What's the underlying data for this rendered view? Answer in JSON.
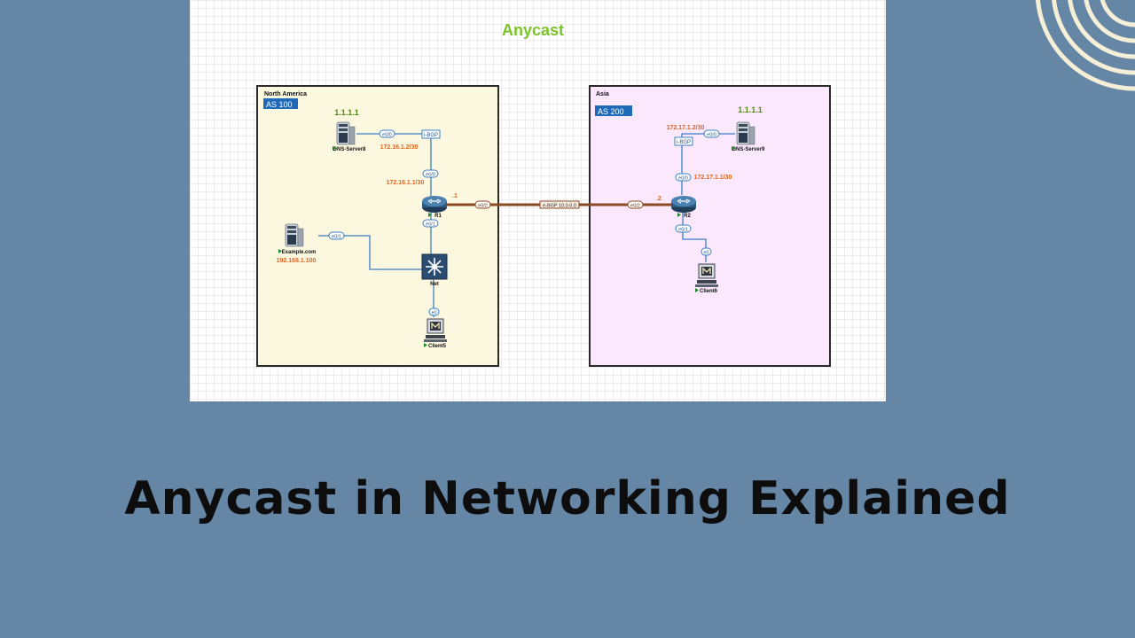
{
  "diagram_title": "Anycast",
  "headline": "Anycast in Networking Explained",
  "colors": {
    "page_bg": "#6686a6",
    "title_green": "#7dc42a",
    "region_na": "#fcf8e0",
    "region_asia": "#fbe8fd",
    "label_orange": "#e0651f",
    "anycast_green": "#4f8a10",
    "as_badge": "#1f6ab8",
    "link_brown": "#8a4a22"
  },
  "regions": {
    "north_america": {
      "name": "North America",
      "as": "AS 100"
    },
    "asia": {
      "name": "Asia",
      "as": "AS 200"
    }
  },
  "devices": {
    "dns_server8": {
      "name": "DNS-Server8",
      "anycast_ip": "1.1.1.1",
      "icon": "server-icon"
    },
    "dns_server9": {
      "name": "DNS-Server9",
      "anycast_ip": "1.1.1.1",
      "icon": "server-icon"
    },
    "example_com": {
      "name": "Example.com",
      "ip": "192.168.1.100",
      "icon": "server-icon"
    },
    "r1": {
      "name": "R1",
      "icon": "router-icon"
    },
    "r2": {
      "name": "R2",
      "icon": "router-icon"
    },
    "net": {
      "name": "Net",
      "icon": "switch-icon"
    },
    "client5": {
      "name": "Client5",
      "icon": "pc-icon"
    },
    "client6": {
      "name": "Client6",
      "icon": "pc-icon"
    }
  },
  "interfaces": {
    "dns8_e0_0": "e0/0",
    "r1_e0_0": "e0/0",
    "r1_e0_1": "e0/1",
    "r1_e0_2": "e0/2",
    "net_e0_1": "e0/1",
    "net_e0": "e0",
    "dns9_e0_0": "e0/0",
    "r2_e0_0": "e0/0",
    "r2_e0_1": "e0/1",
    "r2_e0_2": "e0/2",
    "client6_e0": "e0"
  },
  "links": {
    "ibgp_na": "i-BGP",
    "ibgp_asia": "i-BGP",
    "ebgp": "e-BGP 10.0.0.0"
  },
  "ip_labels": {
    "dns8_ip": "172.16.1.2/30",
    "r1_ip": "172.16.1.1/30",
    "dns9_ip": "172.17.1.2/30",
    "r2_ip": "172.17.1.1/30",
    "r1_host": ".1",
    "r2_host": ".2"
  }
}
